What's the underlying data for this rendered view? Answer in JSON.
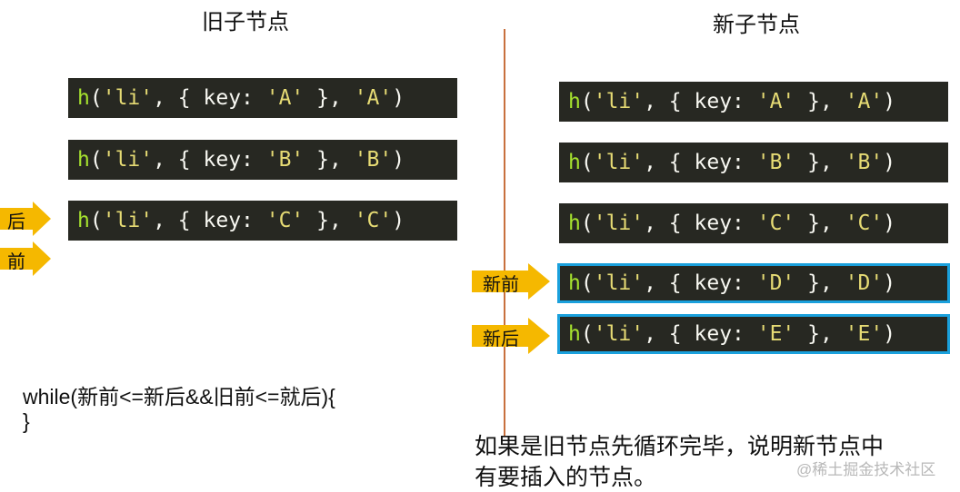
{
  "old_title": "旧子节点",
  "new_title": "新子节点",
  "old_nodes": [
    {
      "fn": "h",
      "arg1": "'li'",
      "key": "'A'",
      "arg3": "'A'"
    },
    {
      "fn": "h",
      "arg1": "'li'",
      "key": "'B'",
      "arg3": "'B'"
    },
    {
      "fn": "h",
      "arg1": "'li'",
      "key": "'C'",
      "arg3": "'C'"
    }
  ],
  "new_nodes": [
    {
      "fn": "h",
      "arg1": "'li'",
      "key": "'A'",
      "arg3": "'A'"
    },
    {
      "fn": "h",
      "arg1": "'li'",
      "key": "'B'",
      "arg3": "'B'"
    },
    {
      "fn": "h",
      "arg1": "'li'",
      "key": "'C'",
      "arg3": "'C'"
    },
    {
      "fn": "h",
      "arg1": "'li'",
      "key": "'D'",
      "arg3": "'D'"
    },
    {
      "fn": "h",
      "arg1": "'li'",
      "key": "'E'",
      "arg3": "'E'"
    }
  ],
  "pointers": {
    "old_end": "后",
    "old_start": "前",
    "new_start": "新前",
    "new_end": "新后"
  },
  "code_text": {
    "line1": "while(新前<=新后&&旧前<=就后){",
    "line2": "}"
  },
  "note": {
    "line1": "如果是旧节点先循环完毕，说明新节点中",
    "line2": "有要插入的节点。"
  },
  "watermark": "@稀土掘金技术社区",
  "colors": {
    "code_bg": "#272822",
    "code_fn": "#a6e22e",
    "code_str": "#e6db74",
    "highlight_border": "#1aa0dc",
    "arrow_fill": "#f5b800",
    "divider": "#c8703e"
  }
}
